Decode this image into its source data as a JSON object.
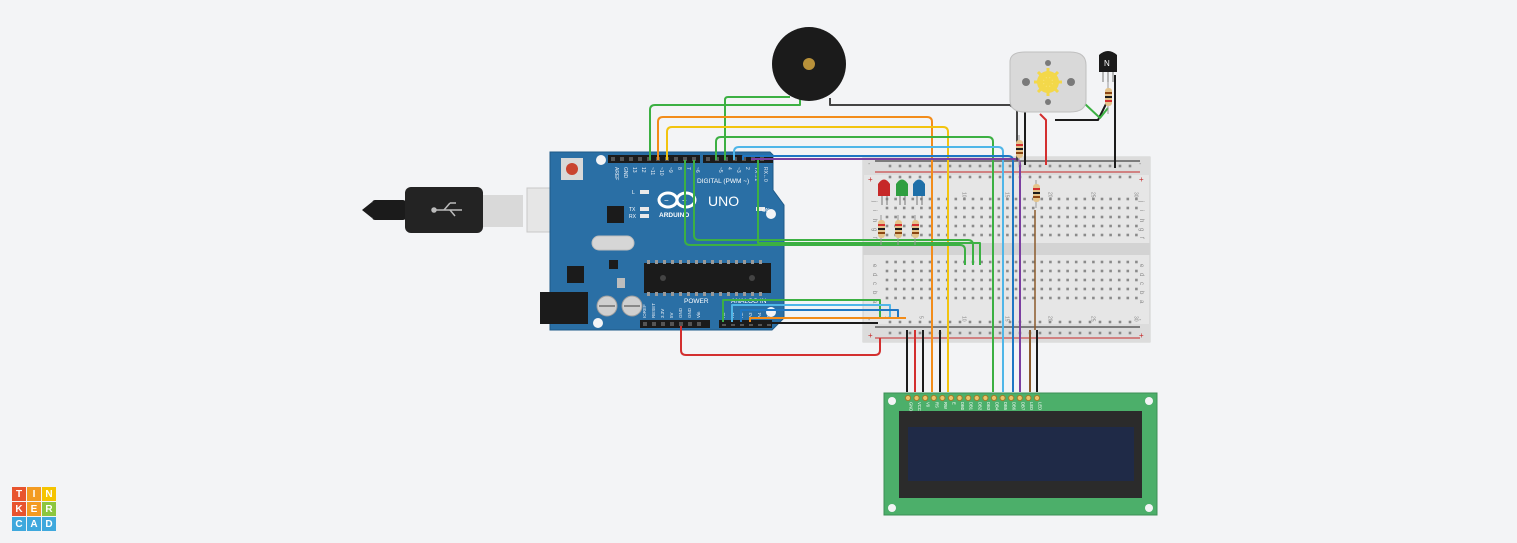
{
  "app": {
    "logo_letters": [
      "T",
      "I",
      "N",
      "K",
      "E",
      "R",
      "C",
      "A",
      "D"
    ],
    "logo_colors": [
      "#e8542e",
      "#f39b22",
      "#f5c400",
      "#e8542e",
      "#f39b22",
      "#8cc63f",
      "#3ea8dd",
      "#3ea8dd",
      "#3ea8dd"
    ]
  },
  "arduino": {
    "brand": "ARDUINO",
    "model": "UNO",
    "digital_header": "DIGITAL (PWM ~)",
    "power_header": "POWER",
    "analog_header": "ANALOG IN",
    "pin_labels_top": [
      "AREF",
      "GND",
      "13",
      "12",
      "~11",
      "~10",
      "~9",
      "8",
      "7",
      "~6",
      "~5",
      "4",
      "~3",
      "2",
      "TX→1",
      "RX←0"
    ],
    "pin_labels_bottom": [
      "IOREF",
      "RESET",
      "3.3V",
      "5V",
      "GND",
      "GND",
      "Vin",
      "A0",
      "A1",
      "A2",
      "A3",
      "A4",
      "A5"
    ],
    "led_labels": [
      "L",
      "TX",
      "RX",
      "ON"
    ],
    "colors": {
      "board": "#2a6fa5",
      "board_dark": "#1f5a88"
    }
  },
  "breadboard": {
    "row_letters_top": [
      "j",
      "i",
      "h",
      "g",
      "f"
    ],
    "row_letters_bottom": [
      "e",
      "d",
      "c",
      "b",
      "a"
    ],
    "column_numbers": [
      "1",
      "5",
      "10",
      "15",
      "20",
      "25",
      "30"
    ],
    "rail_plus": "+",
    "rail_minus": "-"
  },
  "lcd": {
    "pin_labels": [
      "GND",
      "VCC",
      "V0",
      "RS",
      "RW",
      "E",
      "DB0",
      "DB1",
      "DB2",
      "DB3",
      "DB4",
      "DB5",
      "DB6",
      "DB7",
      "LED",
      "LED"
    ],
    "colors": {
      "pcb": "#4caf6a",
      "screen": "#1f2a47",
      "bezel": "#2b2b2b"
    }
  },
  "transistor": {
    "label": "N"
  },
  "components": {
    "leds": [
      {
        "color": "#c62828"
      },
      {
        "color": "#2e9e3f"
      },
      {
        "color": "#1e6fa8"
      }
    ]
  }
}
